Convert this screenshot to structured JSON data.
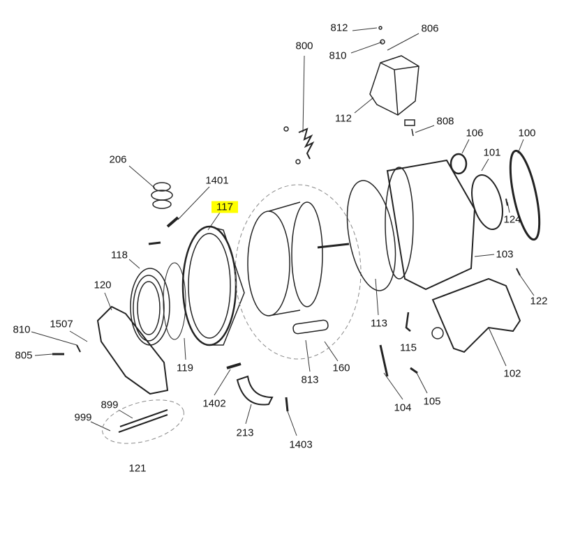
{
  "diagram": {
    "highlight_color": "#ffff00",
    "highlighted_part": "117",
    "labels": [
      {
        "id": "812",
        "text": "812"
      },
      {
        "id": "806",
        "text": "806"
      },
      {
        "id": "800",
        "text": "800"
      },
      {
        "id": "810a",
        "text": "810"
      },
      {
        "id": "112",
        "text": "112"
      },
      {
        "id": "808",
        "text": "808"
      },
      {
        "id": "106",
        "text": "106"
      },
      {
        "id": "100",
        "text": "100"
      },
      {
        "id": "101",
        "text": "101"
      },
      {
        "id": "206",
        "text": "206"
      },
      {
        "id": "1401",
        "text": "1401"
      },
      {
        "id": "117",
        "text": "117"
      },
      {
        "id": "124",
        "text": "124"
      },
      {
        "id": "118",
        "text": "118"
      },
      {
        "id": "103",
        "text": "103"
      },
      {
        "id": "120",
        "text": "120"
      },
      {
        "id": "122",
        "text": "122"
      },
      {
        "id": "113",
        "text": "113"
      },
      {
        "id": "810b",
        "text": "810"
      },
      {
        "id": "1507",
        "text": "1507"
      },
      {
        "id": "115",
        "text": "115"
      },
      {
        "id": "805",
        "text": "805"
      },
      {
        "id": "119",
        "text": "119"
      },
      {
        "id": "813",
        "text": "813"
      },
      {
        "id": "160",
        "text": "160"
      },
      {
        "id": "102",
        "text": "102"
      },
      {
        "id": "1402",
        "text": "1402"
      },
      {
        "id": "104",
        "text": "104"
      },
      {
        "id": "105",
        "text": "105"
      },
      {
        "id": "899",
        "text": "899"
      },
      {
        "id": "999",
        "text": "999"
      },
      {
        "id": "213",
        "text": "213"
      },
      {
        "id": "1403",
        "text": "1403"
      },
      {
        "id": "121",
        "text": "121"
      }
    ]
  }
}
